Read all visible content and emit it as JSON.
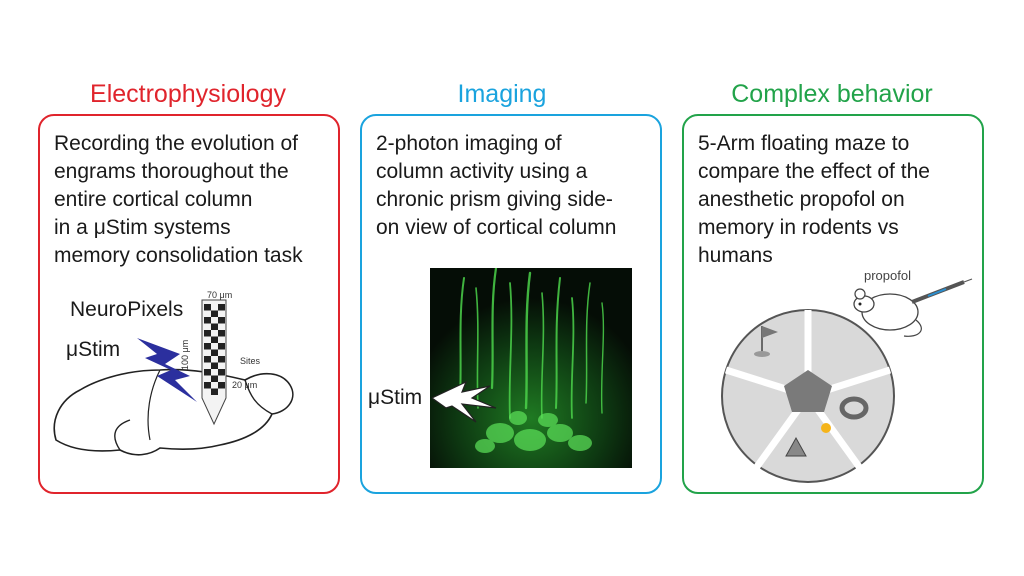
{
  "columns": [
    {
      "title": "Electrophysiology",
      "color": "#e0242c",
      "lines": [
        "Recording the evolution of",
        "engrams thoroughout the",
        "entire cortical column",
        "in a μStim systems",
        "memory consolidation task"
      ]
    },
    {
      "title": "Imaging",
      "color": "#1aa3de",
      "lines": [
        "2-photon imaging of",
        "column activity using a",
        "chronic prism giving side-",
        "on view of cortical column"
      ]
    },
    {
      "title": "Complex behavior",
      "color": "#22a34a",
      "lines": [
        "5-Arm floating maze to",
        "compare the effect of the",
        "anesthetic propofol on",
        "memory in rodents vs",
        "humans"
      ]
    }
  ],
  "ephys": {
    "probe_label": "NeuroPixels",
    "stim_label": "μStim",
    "probe_width": "70 μm",
    "sites_label": "Sites",
    "probe_length": "100 μm",
    "site_spacing": "20 μm"
  },
  "imaging": {
    "stim_label": "μStim"
  },
  "behavior": {
    "drug_label": "propofol"
  }
}
